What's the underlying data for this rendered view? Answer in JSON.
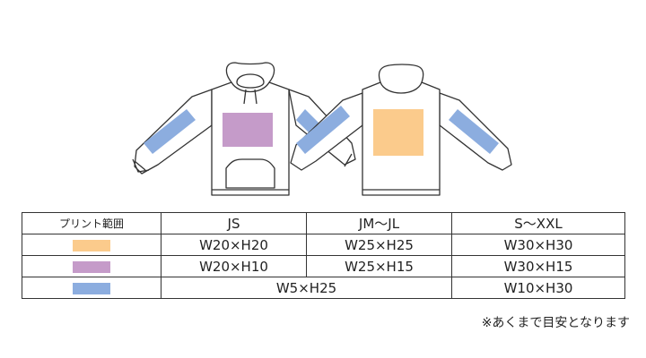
{
  "colors": {
    "orange": "#FBCB8C",
    "purple": "#C59BC9",
    "blue": "#8CADDF",
    "outline": "#333333"
  },
  "illustration": {
    "front_hoodie": "front-hoodie",
    "back_hoodie": "back-hoodie"
  },
  "table": {
    "headers": [
      "プリント範囲",
      "JS",
      "JM～JL",
      "S～XXL"
    ],
    "rows": [
      {
        "swatch": "orange",
        "js": "W20×H20",
        "jm": "W25×H25",
        "s": "W30×H30"
      },
      {
        "swatch": "purple",
        "js": "W20×H10",
        "jm": "W25×H15",
        "s": "W30×H15"
      },
      {
        "swatch": "blue",
        "js_jm": "W5×H25",
        "s": "W10×H30"
      }
    ]
  },
  "note": "※あくまで目安となります"
}
